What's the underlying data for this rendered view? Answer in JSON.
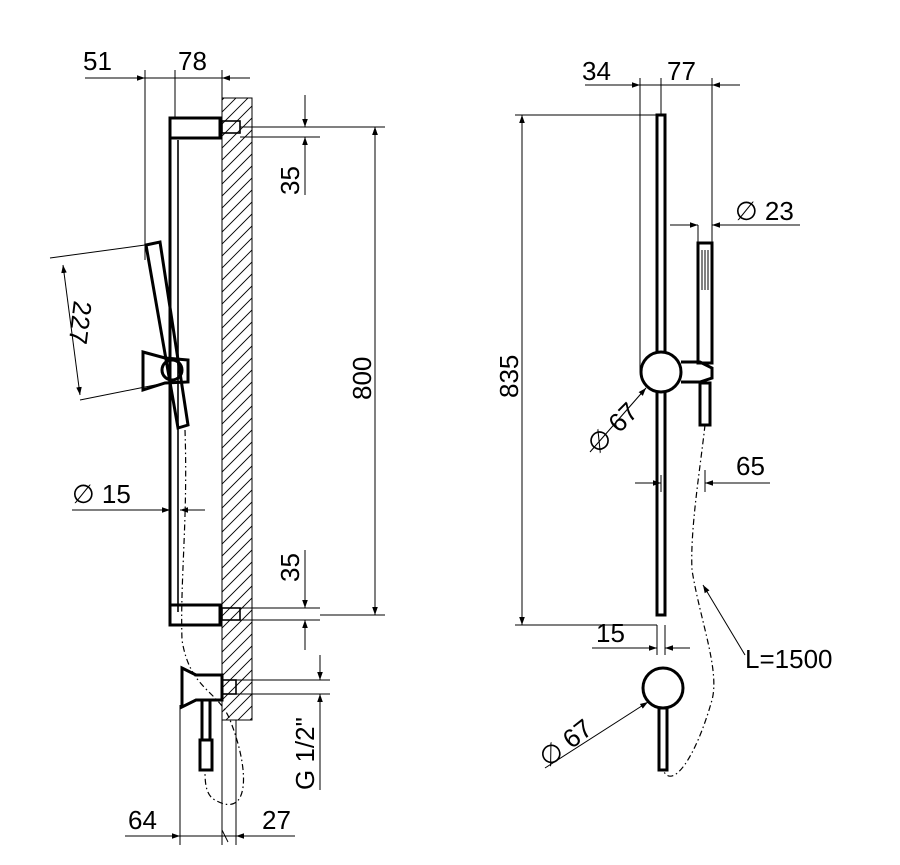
{
  "left_view": {
    "dims": {
      "offset_51": "51",
      "offset_78": "78",
      "bracket_35_top": "35",
      "handshower_227": "227",
      "rail_800": "800",
      "rail_dia_15": "∅ 15",
      "bracket_35_bottom": "35",
      "thread_g12": "G 1/2\"",
      "outlet_64": "64",
      "outlet_27": "27"
    }
  },
  "right_view": {
    "dims": {
      "offset_34": "34",
      "offset_77": "77",
      "handle_dia_23": "∅ 23",
      "rail_835": "835",
      "slider_dia_67": "∅ 67",
      "hose_65": "65",
      "rail_15": "15",
      "hose_length": "L=1500",
      "outlet_dia_67": "∅ 67"
    }
  }
}
